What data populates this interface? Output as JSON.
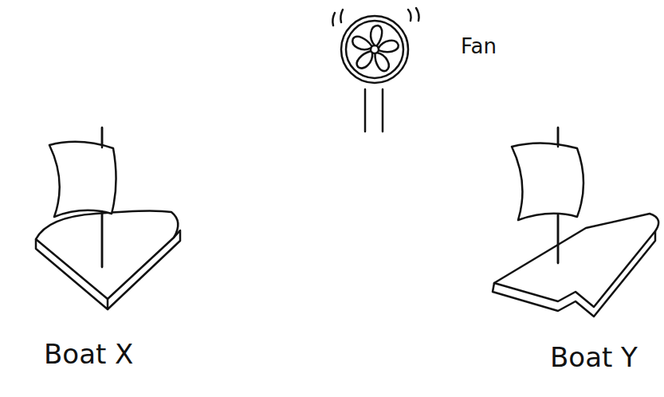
{
  "diagram": {
    "labels": [
      "Fan",
      "Boat X",
      "Boat Y"
    ]
  }
}
